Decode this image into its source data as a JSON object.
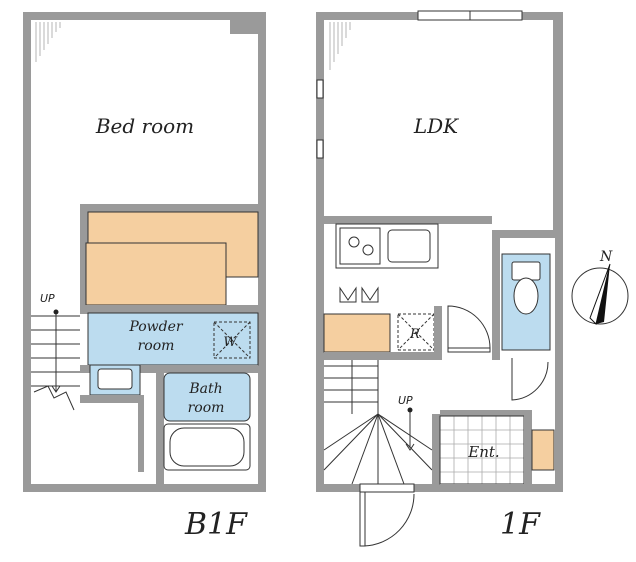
{
  "floors": {
    "basement": {
      "label": "B1F",
      "rooms": {
        "bedroom": "Bed room",
        "powder_room_line1": "Powder",
        "powder_room_line2": "room",
        "bath_room_line1": "Bath",
        "bath_room_line2": "room",
        "washer": "W"
      },
      "stair_label": "UP"
    },
    "first": {
      "label": "1F",
      "rooms": {
        "ldk": "LDK",
        "refrigerator": "R",
        "entrance": "Ent."
      },
      "stair_label": "UP"
    }
  },
  "compass": {
    "north": "N"
  },
  "colors": {
    "wall": "#9a9a9a",
    "storage": "#f5cfa0",
    "wet_area": "#bcdcef",
    "line": "#333333"
  }
}
